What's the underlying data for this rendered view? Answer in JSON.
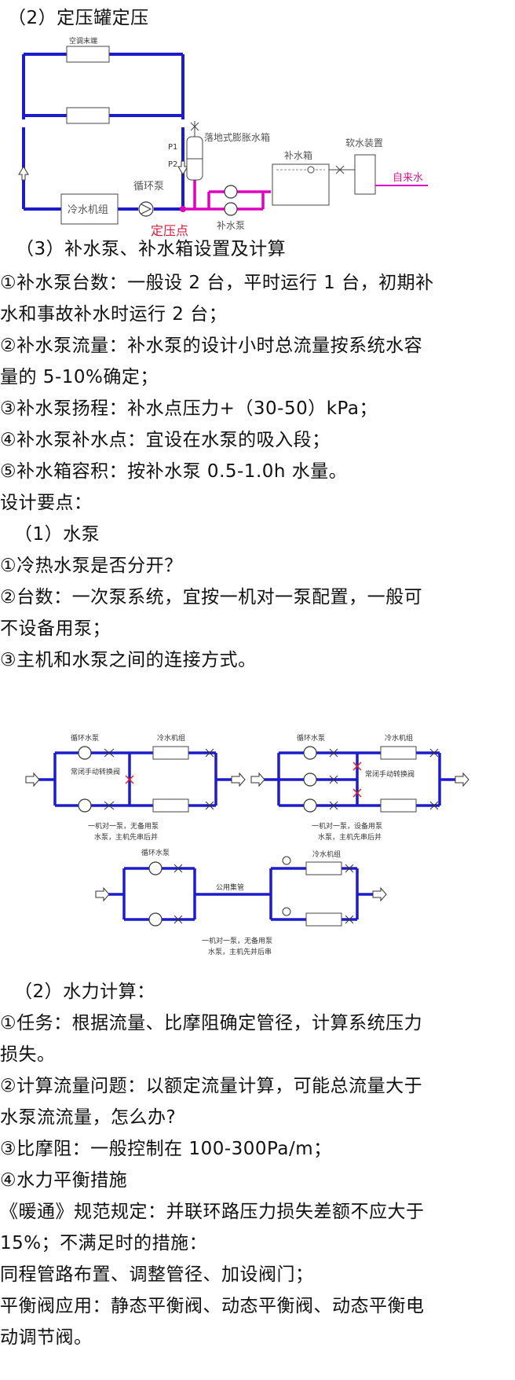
{
  "heading_1": "（2）定压罐定压",
  "fig1": {
    "terminal": "空调末端",
    "chiller": "冷水机组",
    "pump": "循环泵",
    "tank": "落地式膨胀水箱",
    "p1": "P1",
    "p2": "P2",
    "makeup_tank": "补水箱",
    "softener": "软水装置",
    "tap": "自来水",
    "makeup_pump": "补水泵",
    "pressure_point": "定压点"
  },
  "lines": [
    "（3）补水泵、补水箱设置及计算",
    "①补水泵台数：一般设 2 台，平时运行 1 台，初期补",
    "水和事故补水时运行 2 台；",
    "②补水泵流量：补水泵的设计小时总流量按系统水容",
    "量的 5-10%确定；",
    "③补水泵扬程：补水点压力+（30-50）kPa；",
    "④补水泵补水点：宜设在水泵的吸入段；",
    "⑤补水箱容积：按补水泵 0.5-1.0h 水量。",
    "设计要点：",
    "（1）水泵",
    "①冷热水泵是否分开？",
    "②台数：一次泵系统，宜按一机对一泵配置，一般可",
    "不设备用泵；",
    "③主机和水泵之间的连接方式。"
  ],
  "fig2": {
    "d1": {
      "pump": "循环水泵",
      "chiller": "冷水机组",
      "valve": "常闭手动转换阀",
      "cap1": "一机对一泵，无备用泵",
      "cap2": "水泵，主机先串后并"
    },
    "d2": {
      "pump": "循环水泵",
      "chiller": "冷水机组",
      "valve": "常闭手动转换阀",
      "cap1": "一机对一泵，设备用泵",
      "cap2": "水泵，主机先串后并"
    },
    "d3": {
      "pump": "循环水泵",
      "chiller": "冷水机组",
      "header": "公用集管",
      "cap1": "一机对一泵，无备用泵",
      "cap2": "水泵，主机先并后串"
    }
  },
  "lines2": [
    "（2）水力计算：",
    "①任务：根据流量、比摩阻确定管径，计算系统压力",
    "损失。",
    "②计算流量问题：以额定流量计算，可能总流量大于",
    "水泵流流量，怎么办?",
    "③比摩阻：一般控制在 100-300Pa/m；",
    "④水力平衡措施",
    "《暖通》规范规定：并联环路压力损失差额不应大于",
    "15%；不满足时的措施：",
    "同程管路布置、调整管径、加设阀门；",
    " 平衡阀应用：静态平衡阀、动态平衡阀、动态平衡电",
    "动调节阀。"
  ]
}
